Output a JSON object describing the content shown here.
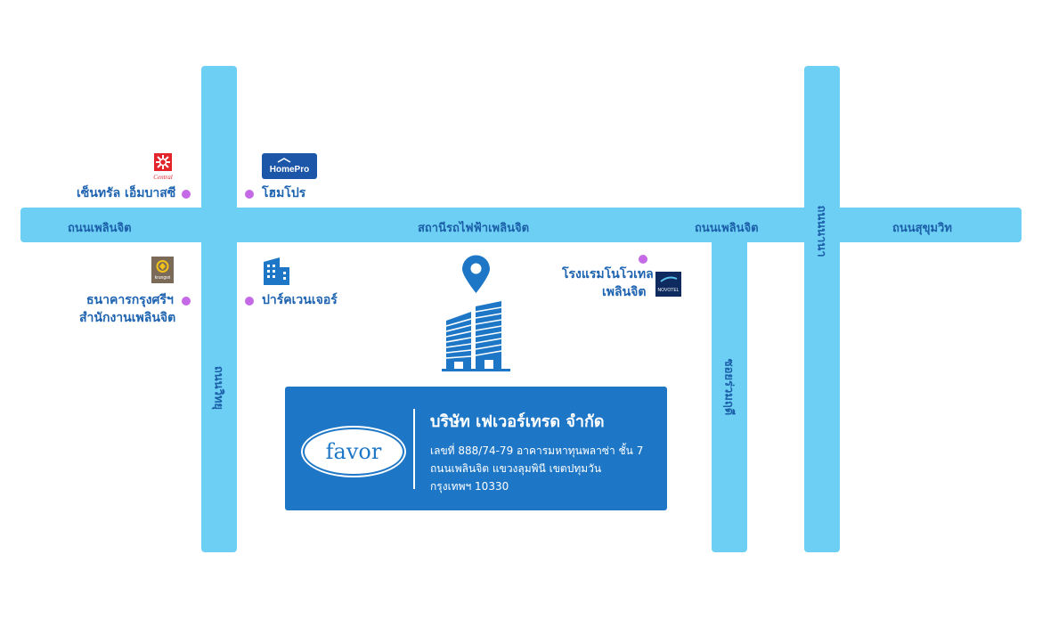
{
  "roads": {
    "phloenchit_left": "ถนนเพลินจิต",
    "station": "สถานีรถไฟฟ้าเพลินจิต",
    "phloenchit_right": "ถนนเพลินจิต",
    "sukhumvit": "ถนนสุขุมวิท",
    "withayu": "ถนนวิทยุ",
    "soi_ruamrudee": "ซอยร่วมฤดี",
    "nana": "ถนนนานา"
  },
  "places": {
    "central": "เซ็นทรัล เอ็มบาสซี",
    "homepro": "โฮมโปร",
    "krungsri_line1": "ธนาคารกรุงศรีฯ",
    "krungsri_line2": "สำนักงานเพลินจิต",
    "park_ventures": "ปาร์คเวนเจอร์",
    "novotel_line1": "โรงแรมโนโวเทล",
    "novotel_line2": "เพลินจิต"
  },
  "logos": {
    "central_text": "Central",
    "homepro_text": "HomePro",
    "krungsri_text": "krungsri",
    "novotel_text": "NOVOTEL"
  },
  "company": {
    "logo_text": "favor",
    "name": "บริษัท เฟเวอร์เทรด จำกัด",
    "addr1": "เลขที่ 888/74-79 อาคารมหาทุนพลาซ่า ชั้น 7",
    "addr2": "ถนนเพลินจิต  แขวงลุมพินี เขตปทุมวัน",
    "addr3": "กรุงเทพฯ 10330"
  },
  "colors": {
    "road": "#6ecff5",
    "label": "#1a5fa8",
    "dot": "#c569e6",
    "card": "#1e77c6"
  }
}
